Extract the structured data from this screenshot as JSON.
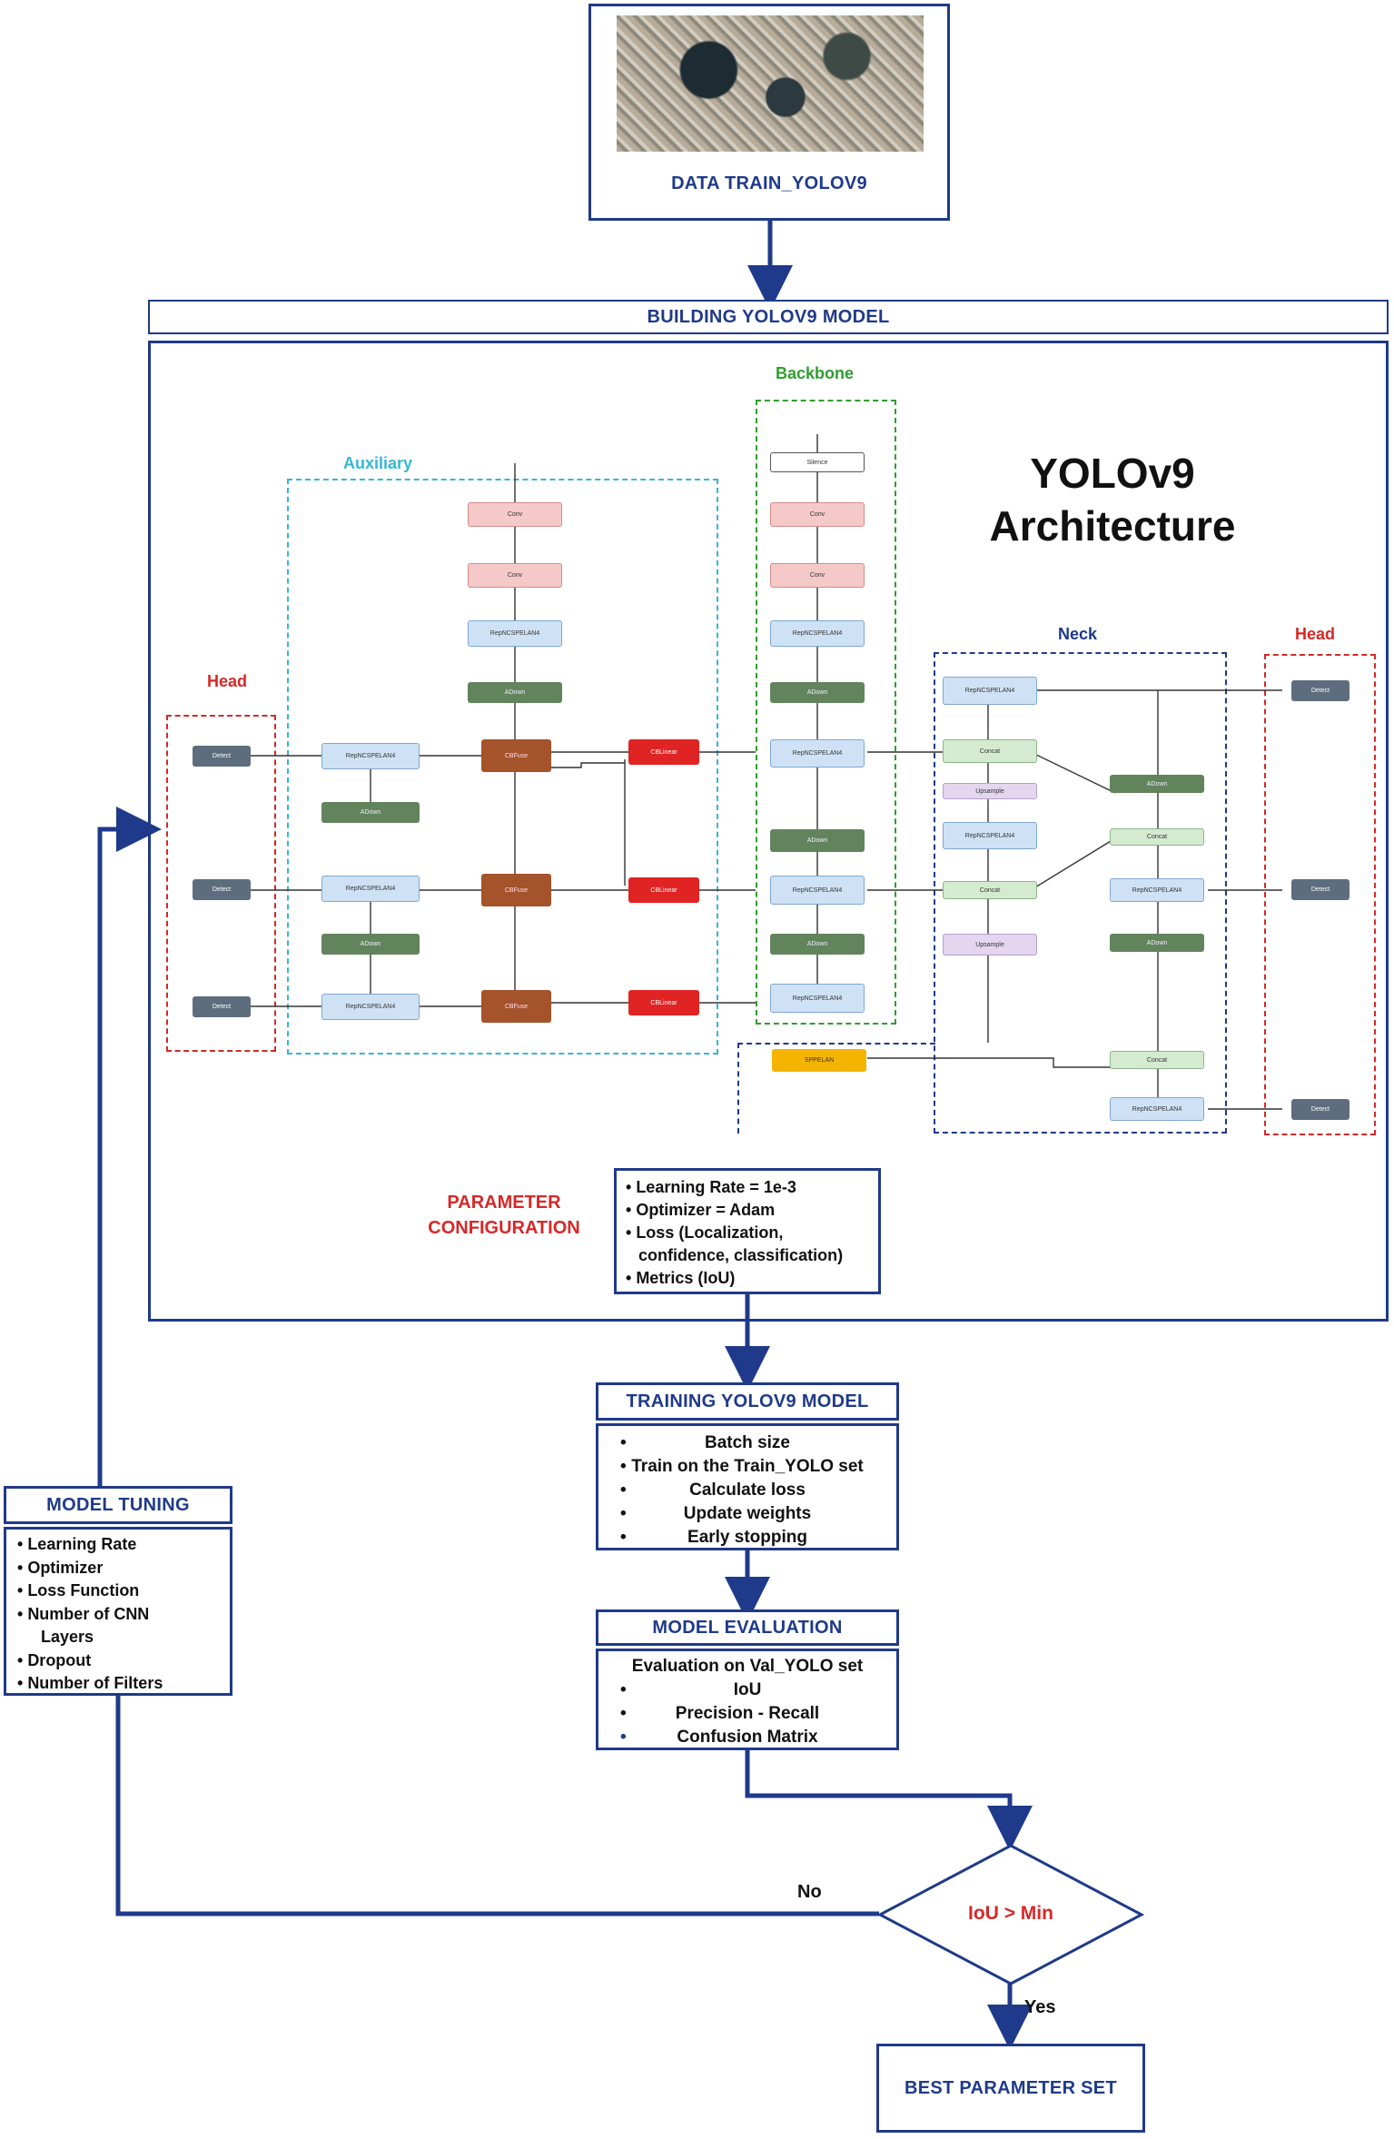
{
  "data_train": {
    "label": "DATA TRAIN_YOLOV9"
  },
  "building": {
    "label": "BUILDING YOLOV9 MODEL"
  },
  "architecture": {
    "title_line1": "YOLOv9",
    "title_line2": "Architecture",
    "backbone_label": "Backbone",
    "auxiliary_label": "Auxiliary",
    "neck_label": "Neck",
    "head_label_left": "Head",
    "head_label_right": "Head",
    "blocks": {
      "detect": "Detect",
      "silence": "Silence",
      "conv": "Conv",
      "repn": "RepNCSPELAN4",
      "adown": "ADown",
      "cbfuse": "CBFuse",
      "cblinear": "CBLinear",
      "concat": "Concat",
      "upsample": "Upsample",
      "sppelan": "SPPELAN"
    }
  },
  "parameter_config": {
    "label_line1": "PARAMETER",
    "label_line2": "CONFIGURATION",
    "items": [
      "Learning Rate = 1e-3",
      "Optimizer = Adam",
      "Loss (Localization,",
      "confidence, classification)",
      "Metrics (IoU)"
    ]
  },
  "training": {
    "title": "TRAINING YOLOV9 MODEL",
    "items": [
      "Batch size",
      "Train on the Train_YOLO set",
      "Calculate loss",
      "Update weights",
      "Early stopping"
    ]
  },
  "evaluation": {
    "title": "MODEL EVALUATION",
    "intro": "Evaluation on Val_YOLO set",
    "items": [
      "IoU",
      "Precision - Recall",
      "Confusion Matrix"
    ]
  },
  "tuning": {
    "title": "MODEL TUNING",
    "items": [
      "Learning Rate",
      "Optimizer",
      "Loss Function",
      "Number of CNN",
      "Layers",
      "Dropout",
      "Number of Filters"
    ]
  },
  "decision": {
    "label": "IoU > Min",
    "no_label": "No",
    "yes_label": "Yes"
  },
  "best": {
    "label": "BEST PARAMETER SET"
  },
  "colors": {
    "navy": "#1f3a8a",
    "red": "#d62828",
    "green": "#2e9e2e",
    "cyan": "#35b6d8"
  }
}
